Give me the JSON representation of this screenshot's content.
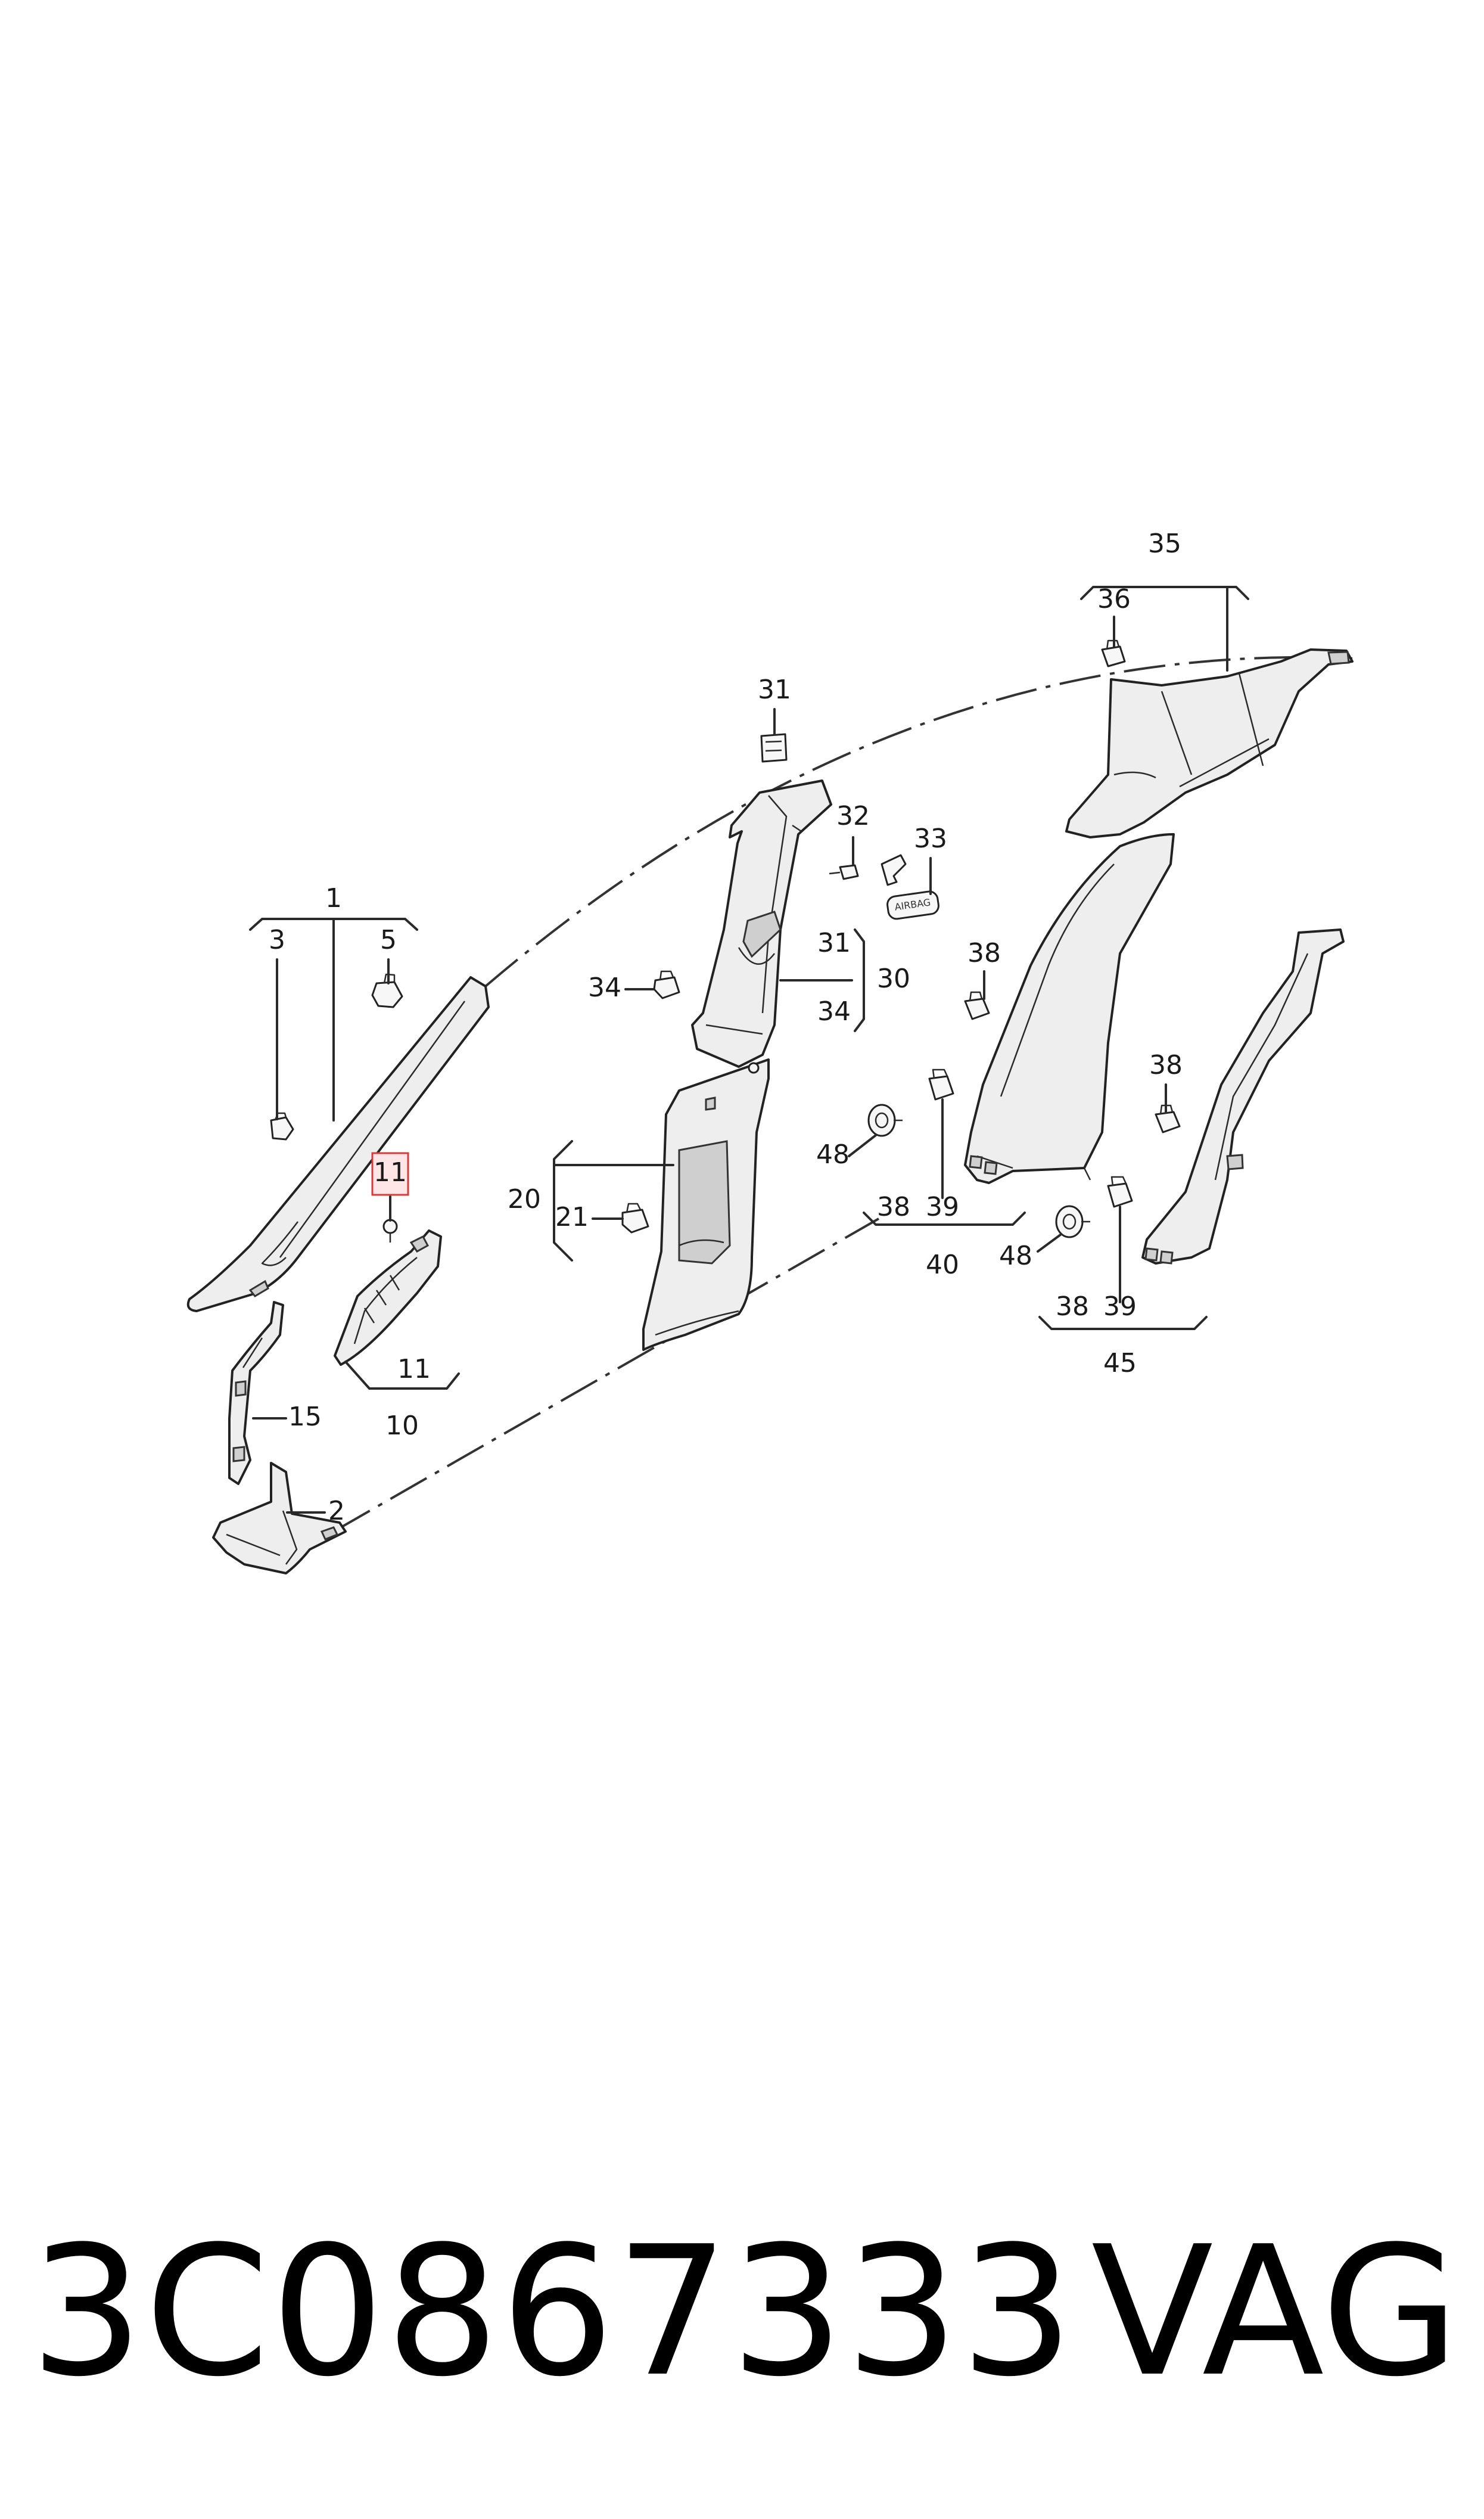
{
  "diagram": {
    "callouts": {
      "c1": "1",
      "c3": "3",
      "c5": "5",
      "c11_hl": "11",
      "c11": "11",
      "c10": "10",
      "c15": "15",
      "c2": "2",
      "c31_top": "31",
      "c32": "32",
      "c33": "33",
      "c34_left": "34",
      "c31_br": "31",
      "c30": "30",
      "c34_br": "34",
      "c20": "20",
      "c21": "21",
      "c35": "35",
      "c36": "36",
      "c38_a": "38",
      "c38_b": "38",
      "c48_a": "48",
      "c38_c": "38",
      "c39_a": "39",
      "c40": "40",
      "c48_b": "48",
      "c38_d": "38",
      "c39_b": "39",
      "c45": "45"
    },
    "highlighted_callout": "11",
    "highlight_color": "#d83a3a",
    "airbag_label": "AIRBAG"
  },
  "footer": {
    "part_number": "3C0867333",
    "brand": "VAG"
  }
}
